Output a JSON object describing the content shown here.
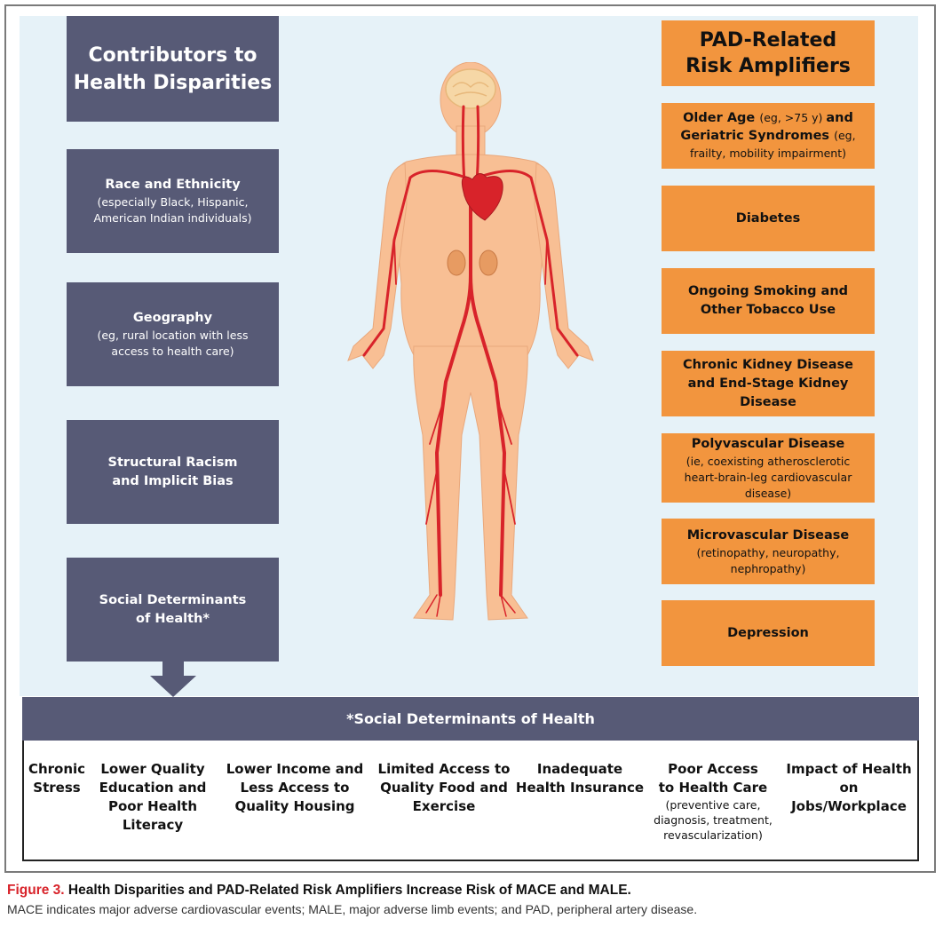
{
  "left_title": "Contributors to\nHealth Disparities",
  "left_items": [
    {
      "bold": "Race and Ethnicity",
      "sub": "(especially Black, Hispanic,\nAmerican Indian individuals)"
    },
    {
      "bold": "Geography",
      "sub": "(eg, rural location with less\naccess to health care)"
    },
    {
      "bold": "Structural Racism\nand Implicit Bias",
      "sub": ""
    },
    {
      "bold": "Social Determinants\nof Health*",
      "sub": ""
    }
  ],
  "right_title": "PAD-Related\nRisk Amplifiers",
  "right_items": [
    {
      "parts": [
        {
          "b": "Older Age "
        },
        {
          "s": "(eg, >75 y) "
        },
        {
          "b": "and\nGeriatric Syndromes "
        },
        {
          "s": "(eg,\nfrailty, mobility impairment)"
        }
      ]
    },
    {
      "bold": "Diabetes",
      "sub": ""
    },
    {
      "bold": "Ongoing Smoking and\nOther Tobacco Use",
      "sub": ""
    },
    {
      "bold": "Chronic Kidney Disease\nand End-Stage Kidney\nDisease",
      "sub": ""
    },
    {
      "bold": "Polyvascular Disease",
      "sub": "(ie, coexisting atherosclerotic\nheart-brain-leg cardiovascular\ndisease)"
    },
    {
      "bold": "Microvascular Disease",
      "sub": "(retinopathy, neuropathy,\nnephropathy)"
    },
    {
      "bold": "Depression",
      "sub": ""
    }
  ],
  "sdoh_title": "*Social Determinants of Health",
  "sdoh_items": [
    {
      "bold": "Chronic\nStress",
      "sub": ""
    },
    {
      "bold": "Lower Quality\nEducation and\nPoor Health\nLiteracy",
      "sub": ""
    },
    {
      "bold": "Lower Income and\nLess Access to\nQuality Housing",
      "sub": ""
    },
    {
      "bold": "Limited Access to\nQuality Food and\nExercise",
      "sub": ""
    },
    {
      "bold": "Inadequate\nHealth Insurance",
      "sub": ""
    },
    {
      "bold": "Poor Access\nto Health Care",
      "sub": "(preventive care,\ndiagnosis, treatment,\nrevascularization)"
    },
    {
      "bold": "Impact of Health\non\nJobs/Workplace",
      "sub": ""
    }
  ],
  "caption": {
    "figure_label": "Figure 3.",
    "title": " Health Disparities and PAD-Related Risk Amplifiers Increase Risk of MACE and MALE.",
    "text": "MACE indicates major adverse cardiovascular events; MALE, major adverse limb events; and PAD, peripheral artery disease."
  },
  "colors": {
    "navy_box": "#575a76",
    "orange_box": "#f2953e",
    "panel_bg": "#e6f2f8",
    "skin": "#f8bf94",
    "artery": "#d8232a",
    "caption_red": "#d8232a"
  },
  "icons": [
    "human-body-artery-illustration",
    "heart-icon",
    "brain-icon",
    "kidney-icon",
    "down-arrow-icon"
  ]
}
